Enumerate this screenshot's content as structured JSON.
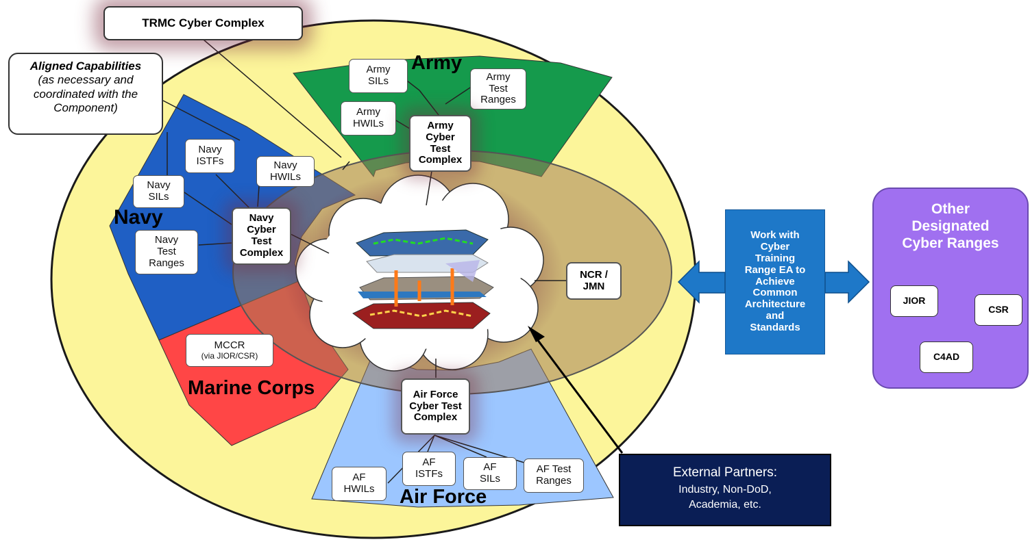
{
  "diagram": {
    "trmc_label": "TRMC Cyber Complex",
    "aligned": {
      "heading": "Aligned Capabilities",
      "body": "(as necessary and coordinated with the Component)"
    },
    "sectors": {
      "army": {
        "title": "Army",
        "items": {
          "sils": "Army\nSILs",
          "test_ranges": "Army\nTest\nRanges",
          "hwils": "Army\nHWILs"
        },
        "complex": "Army\nCyber\nTest\nComplex"
      },
      "navy": {
        "title": "Navy",
        "items": {
          "istfs": "Navy\nISTFs",
          "hwils": "Navy\nHWILs",
          "sils": "Navy\nSILs",
          "test_ranges": "Navy\nTest\nRanges"
        },
        "complex": "Navy\nCyber\nTest\nComplex"
      },
      "marine": {
        "title": "Marine Corps",
        "items": {
          "mccr": "MCCR",
          "mccr_note": "(via JIOR/CSR)"
        }
      },
      "airforce": {
        "title": "Air Force",
        "items": {
          "hwils": "AF\nHWILs",
          "istfs": "AF\nISTFs",
          "sils": "AF\nSILs",
          "test_ranges": "AF Test\nRanges"
        },
        "complex": "Air Force\nCyber Test\nComplex"
      }
    },
    "ncr": "NCR /\nJMN",
    "work_with": "Work with\nCyber\nTraining\nRange EA to\nAchieve\nCommon\nArchitecture\nand\nStandards",
    "other": {
      "title": "Other\nDesignated\nCyber Ranges",
      "ranges": {
        "jior": "JIOR",
        "csr": "CSR",
        "c4ad": "C4AD"
      }
    },
    "external": {
      "title": "External Partners:",
      "subtitle": "Industry, Non-DoD,\nAcademia, etc."
    },
    "colors": {
      "outer_ellipse": "#fcf59a",
      "army": "#159a4c",
      "navy": "#1f5fc4",
      "marine": "#ff4646",
      "airforce": "#9cc6ff",
      "inner_ring": "#c9a47a",
      "work_box": "#1e78c8",
      "other_panel": "#a070f0",
      "external_box": "#0a1e55"
    }
  }
}
